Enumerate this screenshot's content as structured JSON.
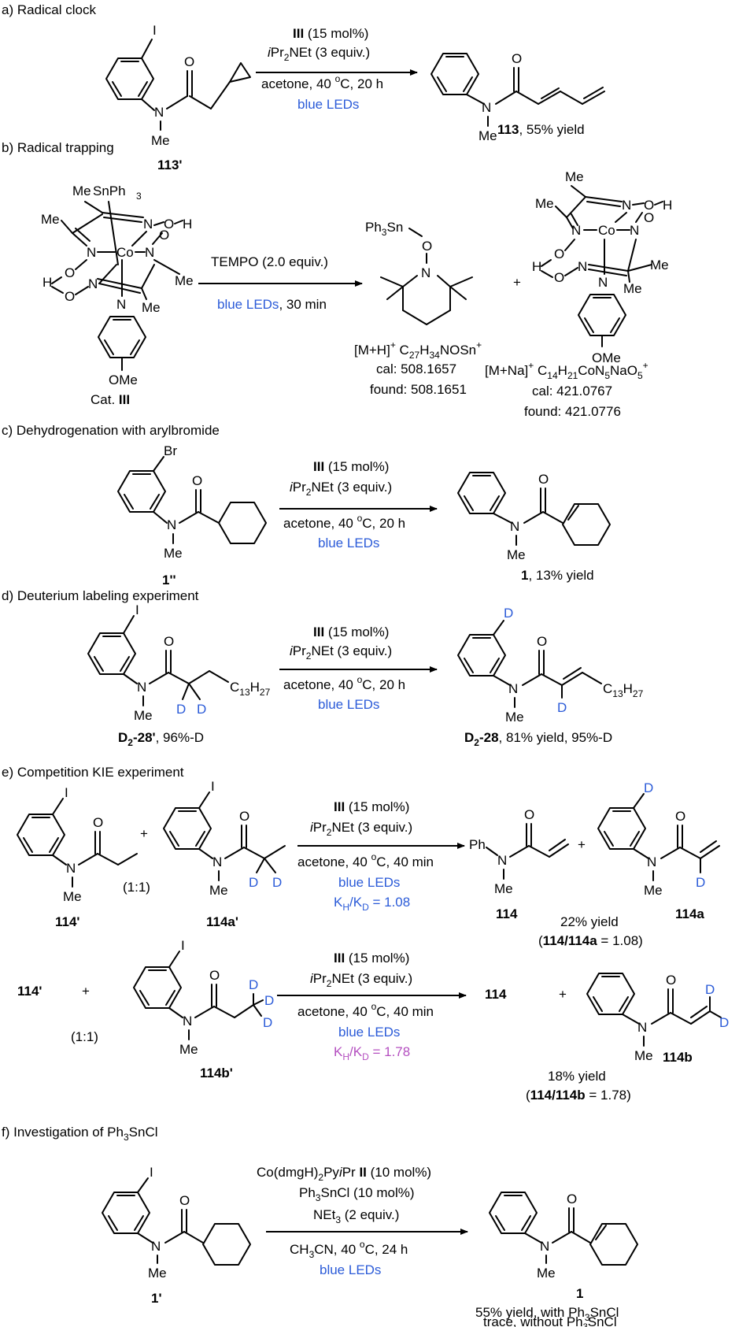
{
  "sections": {
    "a": "a) Radical clock",
    "b": "b) Radical trapping",
    "c": "c) Dehydrogenation with arylbromide",
    "d": "d) Deuterium labeling experiment",
    "e": "e) Competition KIE experiment",
    "f_pre": "f) Investigation of Ph",
    "f_sub": "3",
    "f_post": "SnCl"
  },
  "common": {
    "cat": "III",
    "cat_load": " (15 mol%)",
    "base_i": "i",
    "base_pr": "Pr",
    "base_2": "2",
    "base_rest": "NEt (3 equiv.)",
    "cond_a": "acetone, 40 ",
    "cond_o": "o",
    "cond_c20": "C, 20 h",
    "cond_c40": "C, 40 min",
    "light": "blue LEDs",
    "atom_I": "I",
    "atom_Br": "Br",
    "atom_N": "N",
    "atom_O": "O",
    "atom_D": "D",
    "me": "Me",
    "plus": "+",
    "ratio": "(1:1)",
    "kh": "K",
    "kh_h": "H",
    "kh_slash": "/K",
    "kh_d": "D"
  },
  "a": {
    "sm": "113'",
    "prod": "113",
    "yield": ", 55% yield"
  },
  "b": {
    "sn": "SnPh",
    "sn3": "3",
    "co": "Co",
    "o_h": "O",
    "h": "H",
    "ome": "OMe",
    "cat_label": "Cat. ",
    "cat_bold": "III",
    "reagent": "TEMPO (2.0 equiv.)",
    "time": ", 30 min",
    "ph3": "Ph",
    "ph3_sub": "3",
    "ph3_sn": "Sn",
    "ms1": "[M+H]",
    "ms1_sup": "+",
    "ms1_f": " C",
    "ms1_27": "27",
    "ms1_h": "H",
    "ms1_34": "34",
    "ms1_rest": "NOSn",
    "ms1_plus": "+",
    "cal1": "cal: 508.1657",
    "found1": "found: 508.1651",
    "ms2": "[M+Na]",
    "ms2_sup": "+",
    "ms2_f": " C",
    "ms2_14": "14",
    "ms2_h": "H",
    "ms2_21": "21",
    "ms2_co": "CoN",
    "ms2_5": "5",
    "ms2_na": "NaO",
    "ms2_o5": "5",
    "ms2_plus": "+",
    "cal2": "cal: 421.0767",
    "found2": "found: 421.0776"
  },
  "c": {
    "sm": "1''",
    "prod": "1",
    "yield": ", 13% yield"
  },
  "d": {
    "c13": "C",
    "c13_13": "13",
    "c13_h": "H",
    "c13_27": "27",
    "sm_b": "D",
    "sm_2": "2",
    "sm_rest": "-28'",
    "sm_pct": ", 96%-D",
    "prod_b": "D",
    "prod_2": "2",
    "prod_rest": "-28",
    "prod_yield": ", 81% yield, 95%-D"
  },
  "e": {
    "sm1": "114'",
    "sm2": "114a'",
    "sm3": "114b'",
    "ph": "Ph",
    "p1": "114",
    "p2": "114a",
    "p3": "114b",
    "kie1": " = 1.08",
    "kie2": " = 1.78",
    "y1": "22% yield",
    "r1_open": "(",
    "r1_b": "114/114a",
    "r1_close": " = 1.08)",
    "y2": "18% yield",
    "r2_b": "114/114b",
    "r2_close": " = 1.78)"
  },
  "f": {
    "l1a": "Co(dmgH)",
    "l1b": "2",
    "l1c": "Py",
    "l1d": "i",
    "l1e": "Pr ",
    "l1f": "II",
    "l1g": " (10 mol%)",
    "l2a": "Ph",
    "l2b": "3",
    "l2c": "SnCl (10 mol%)",
    "l3a": "NEt",
    "l3b": "3",
    "l3c": " (2 equiv.)",
    "l4a": "CH",
    "l4b": "3",
    "l4c": "CN, 40 ",
    "l4d": "o",
    "l4e": "C, 24 h",
    "sm": "1'",
    "prod": "1",
    "y1a": "55% yield, with Ph",
    "y1b": "3",
    "y1c": "SnCl",
    "y2a": "trace, without Ph",
    "y2b": "3",
    "y2c": "SnCl"
  }
}
